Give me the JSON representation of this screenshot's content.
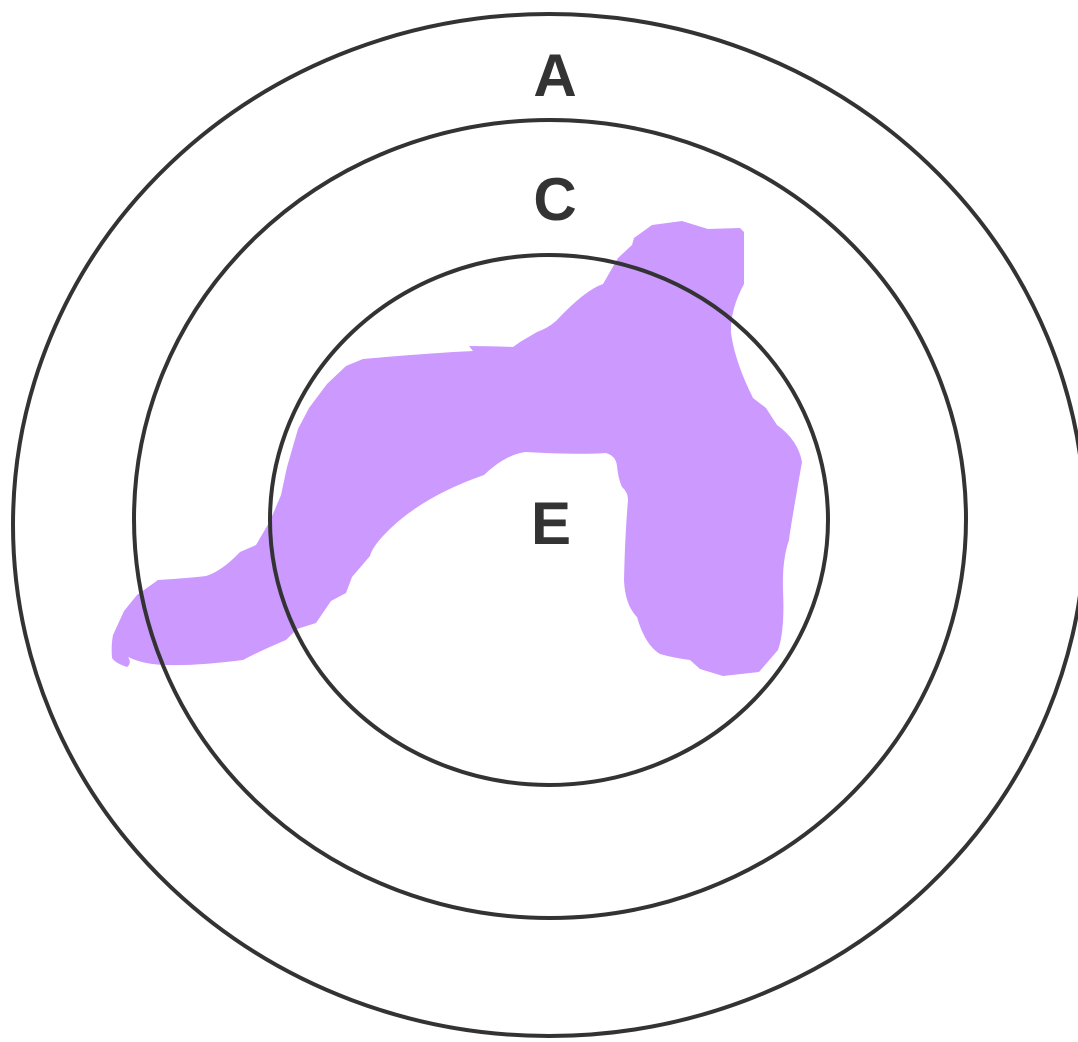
{
  "diagram": {
    "labels": {
      "outer": "A",
      "middle": "C",
      "inner": "E"
    },
    "colors": {
      "outline": "#333333",
      "blob": "#cc99ff",
      "label": "#333333",
      "background": "#ffffff"
    }
  }
}
